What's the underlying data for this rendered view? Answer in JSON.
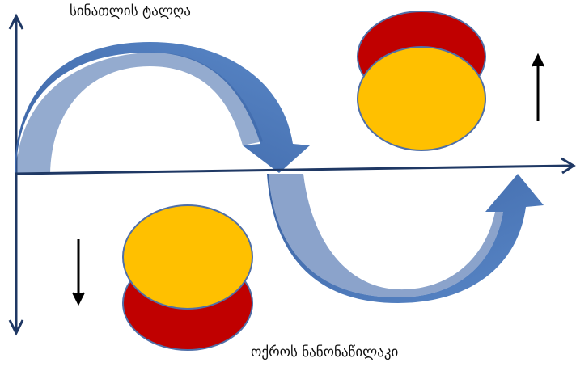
{
  "labels": {
    "light_wave": "სინათლის ტალღა",
    "gold_nanoparticle": "ოქროს ნანონაწილაკი"
  },
  "colors": {
    "axis": "#1f3864",
    "arrow_fill": "#4a78bc",
    "arrow_dark": "#3d66a8",
    "particle_red": "#c00000",
    "particle_gold": "#ffc000",
    "particle_stroke": "#4f6fa8",
    "motion_arrow": "#000000"
  },
  "icons": {
    "wave": "curved-arrow",
    "motion_up": "arrow-up-icon",
    "motion_down": "arrow-down-icon"
  }
}
